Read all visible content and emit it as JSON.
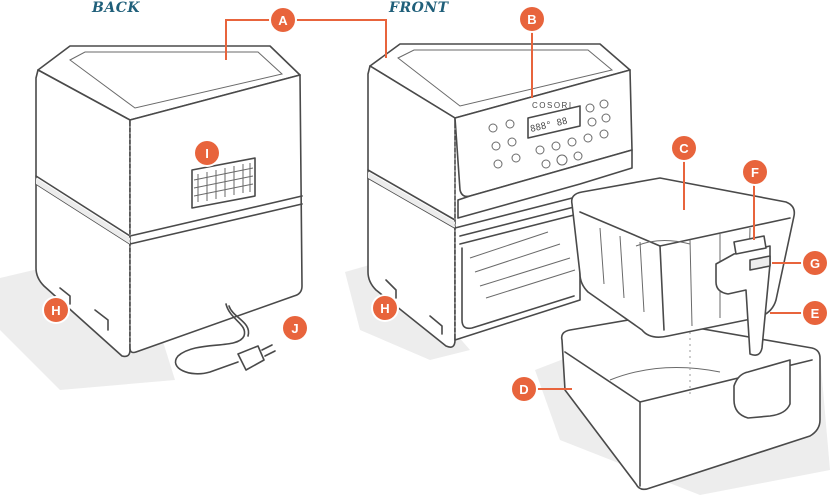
{
  "views": {
    "back": "BACK",
    "front": "FRONT"
  },
  "brand": "COSORI",
  "display_readout": "888° 88",
  "callouts": {
    "a": "A",
    "b": "B",
    "c": "C",
    "d": "D",
    "e": "E",
    "f": "F",
    "g": "G",
    "h": "H",
    "i": "I",
    "j": "J"
  },
  "colors": {
    "callout": "#e8643c",
    "title": "#1f5f7a",
    "outline": "#4a4a4a",
    "shadow": "#ededed"
  }
}
